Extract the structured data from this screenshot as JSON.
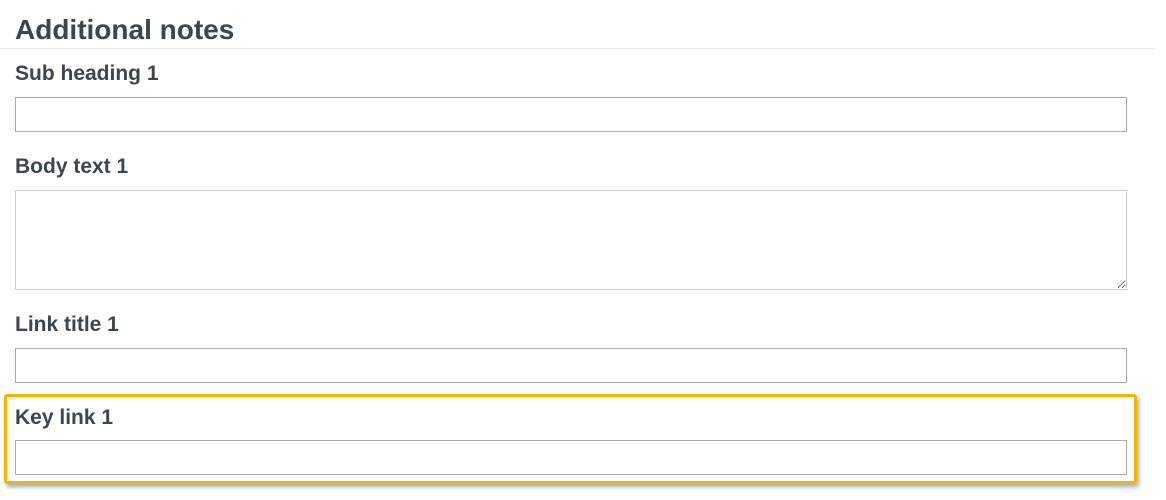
{
  "section": {
    "title": "Additional notes"
  },
  "fields": {
    "sub_heading": {
      "label": "Sub heading 1",
      "value": "",
      "placeholder": ""
    },
    "body_text": {
      "label": "Body text 1",
      "value": "",
      "placeholder": ""
    },
    "link_title": {
      "label": "Link title 1",
      "value": "",
      "placeholder": ""
    },
    "key_link": {
      "label": "Key link 1",
      "value": "",
      "placeholder": "",
      "highlighted": true
    }
  },
  "colors": {
    "text": "#3b4650",
    "input_border": "#a9a9a9",
    "highlight": "#f2b600"
  }
}
